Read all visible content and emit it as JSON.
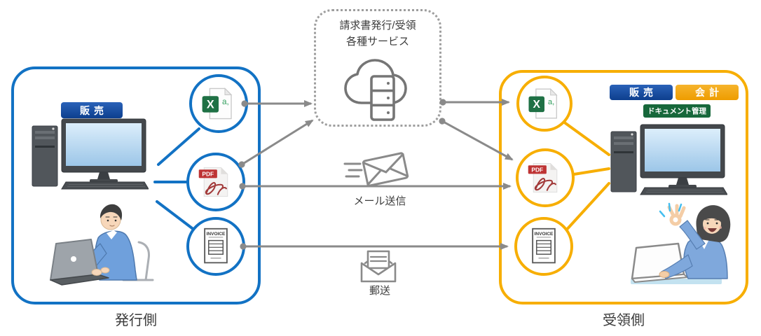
{
  "issuer": {
    "side_label": "発行側",
    "system_badge": "販売"
  },
  "receiver": {
    "side_label": "受領側",
    "badge_sales": "販売",
    "badge_accounting": "会計",
    "badge_document_management": "ドキュメント管理"
  },
  "cloud_service": {
    "title_line1": "請求書発行/受領",
    "title_line2": "各種サービス"
  },
  "channels": {
    "email_label": "メール送信",
    "post_label": "郵送"
  },
  "document_icons": {
    "excel_letter": "X",
    "excel_suffix": "a,",
    "pdf_badge": "PDF",
    "invoice_title": "INVOICE"
  },
  "colors": {
    "issuer_border_blue": "#1272C4",
    "receiver_border_yellow": "#F7AE00",
    "badge_navy": "#0D3F8E",
    "badge_orange": "#F0A202",
    "badge_green": "#17683B",
    "arrow_gray": "#8A8A8A",
    "excel_green": "#1F7145",
    "pdf_red": "#BE3434"
  }
}
